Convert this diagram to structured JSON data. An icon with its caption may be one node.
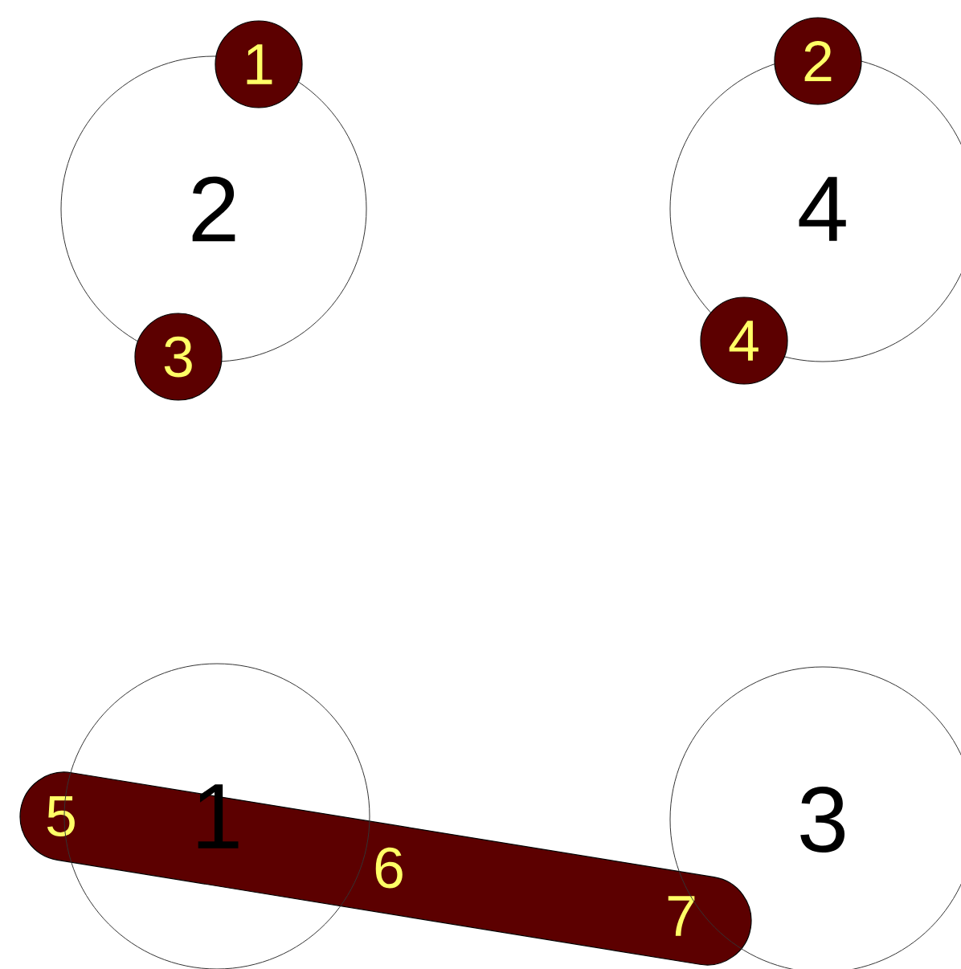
{
  "diagram": {
    "nodes": [
      {
        "text": [
          "2"
        ]
      },
      {
        "text": [
          "4"
        ]
      },
      {
        "text": [
          "1"
        ]
      },
      {
        "text": [
          "3"
        ]
      },
      {
        "text": [
          "1"
        ]
      },
      {
        "text": [
          "2"
        ]
      },
      {
        "text": [
          "3"
        ]
      },
      {
        "text": [
          "4"
        ]
      },
      {
        "text": [
          "5",
          "6",
          "7"
        ]
      }
    ]
  }
}
